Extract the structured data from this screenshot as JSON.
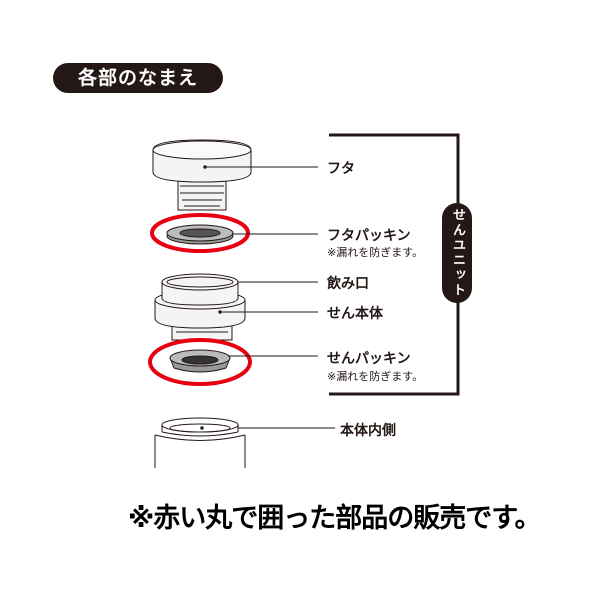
{
  "header": {
    "title": "各部のなまえ"
  },
  "parts": [
    {
      "label": "フタ",
      "note": null
    },
    {
      "label": "フタパッキン",
      "note": "※漏れを防ぎます。",
      "highlighted": true
    },
    {
      "label": "飲み口",
      "note": null
    },
    {
      "label": "せん本体",
      "note": null
    },
    {
      "label": "せんパッキン",
      "note": "※漏れを防ぎます。",
      "highlighted": true
    },
    {
      "label": "本体内側",
      "note": null
    }
  ],
  "group": {
    "label": "せんユニット"
  },
  "footer": {
    "text": "※赤い丸で囲った部品の販売です。"
  },
  "colors": {
    "ink": "#231815",
    "highlight": "#e60012",
    "part_fill": "#f4f4f4"
  }
}
